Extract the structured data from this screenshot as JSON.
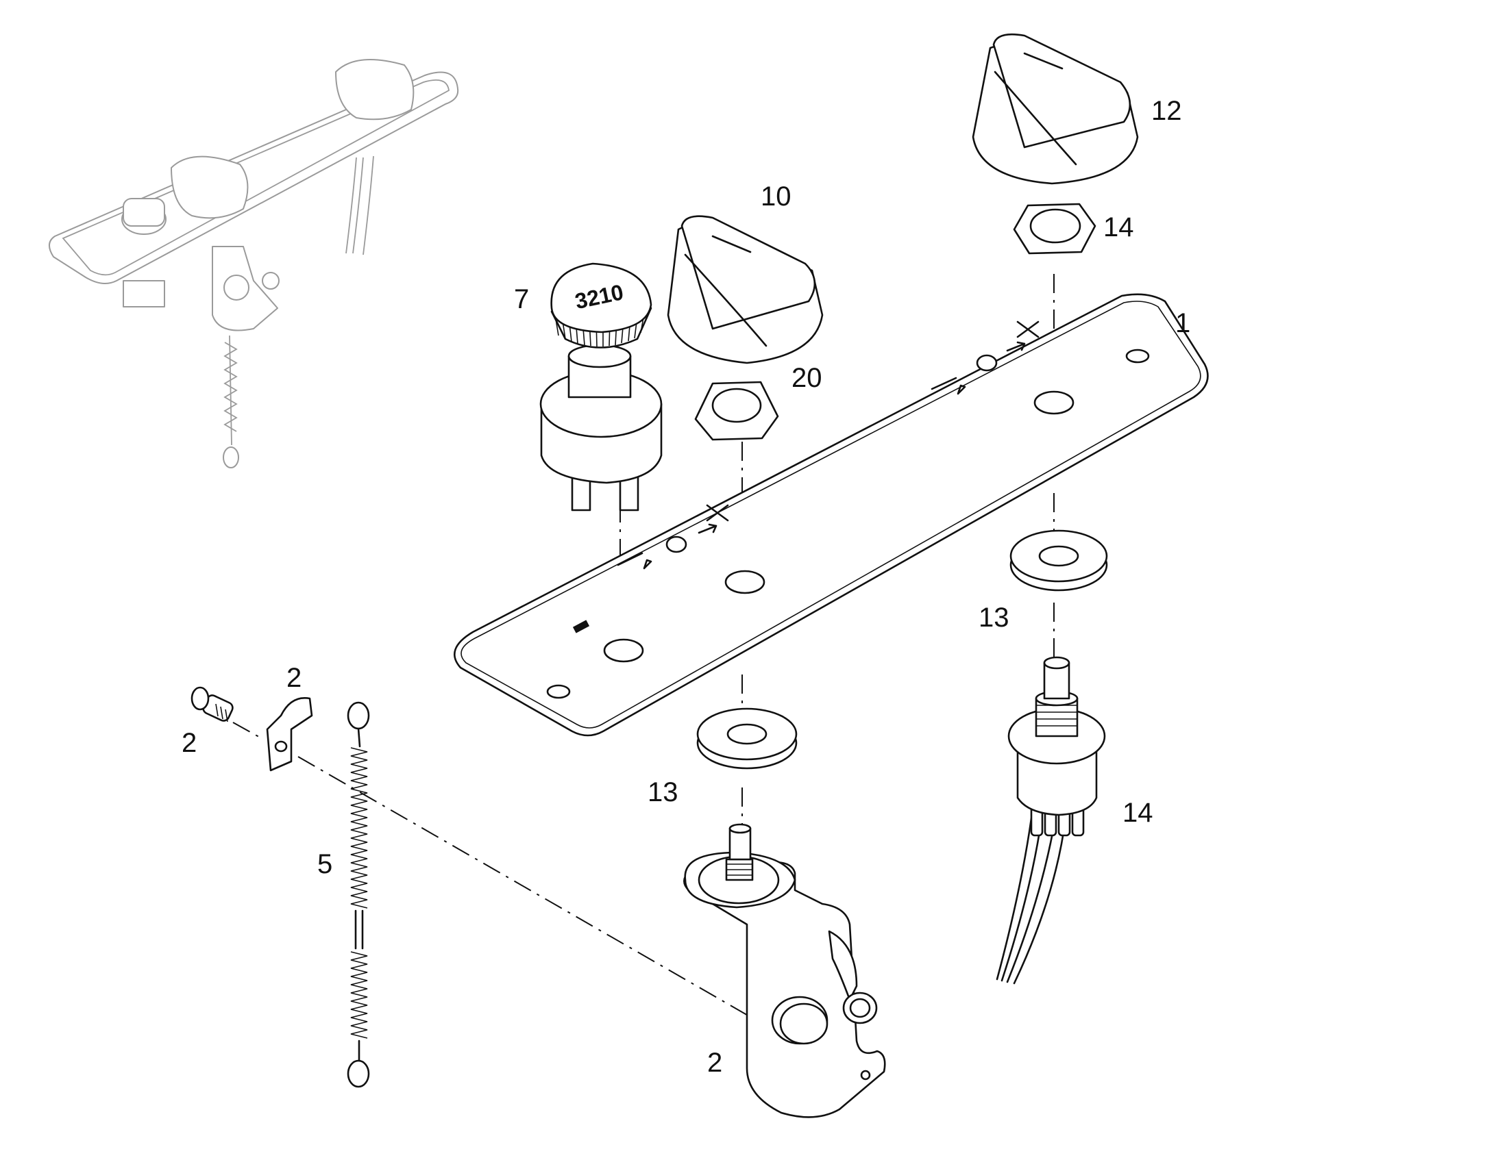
{
  "callouts": {
    "c1": "1",
    "c2_clip": "2",
    "c2_screw": "2",
    "c2_bracket": "2",
    "c5": "5",
    "c7": "7",
    "c10": "10",
    "c12": "12",
    "c13_left": "13",
    "c13_right": "13",
    "c14_nut": "14",
    "c14_switch": "14",
    "c20": "20"
  },
  "knob_label": "3210"
}
